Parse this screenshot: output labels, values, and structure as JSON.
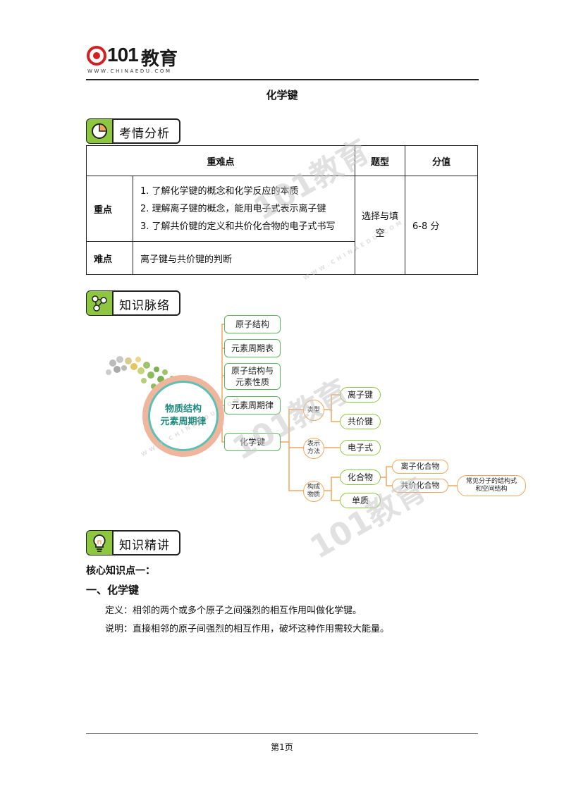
{
  "header": {
    "logo_number": "101",
    "logo_text": "教育",
    "logo_url": "WWW.CHINAEDU.COM"
  },
  "title": "化学键",
  "sections": {
    "analysis": "考情分析",
    "context": "知识脉络",
    "lecture": "知识精讲"
  },
  "table": {
    "headers": [
      "重难点",
      "题型",
      "分值"
    ],
    "key_label": "重点",
    "key_points": [
      "1. 了解化学键的概念和化学反应的本质",
      "2. 理解离子键的概念，能用电子式表示离子键",
      "3. 了解共价键的定义和共价化合物的电子式书写"
    ],
    "difficult_label": "难点",
    "difficult_point": "离子键与共价键的判断",
    "question_type": "选择与填空",
    "score": "6-8 分"
  },
  "mindmap": {
    "center": [
      "物质结构",
      "元素周期律"
    ],
    "branches": [
      "原子结构",
      "元素周期表",
      "原子结构与\n元素性质",
      "元素周期律",
      "化学键"
    ],
    "circles": [
      "类型",
      "表示\n方法",
      "构成\n物质"
    ],
    "types": [
      "离子键",
      "共价键"
    ],
    "representation": "电子式",
    "substances": [
      "化合物",
      "单质"
    ],
    "compounds": [
      "离子化合物",
      "共价化合物"
    ],
    "molecule_note": "常见分子的结构式\n和空间结构"
  },
  "body": {
    "core_heading": "核心知识点一：",
    "section_heading": "一、化学键",
    "definition": "定义：相邻的两个或多个原子之间强烈的相互作用叫做化学键。",
    "note": "说明：直接相邻的原子间强烈的相互作用，破坏这种作用需较大能量。"
  },
  "footer": {
    "page": "第1页"
  },
  "watermark": {
    "text": "101教育",
    "url": "WWW.CHINAEDU.COM"
  }
}
